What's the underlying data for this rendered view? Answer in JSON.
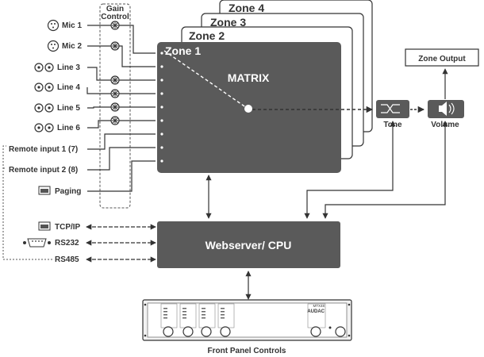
{
  "gain_control": {
    "line1": "Gain",
    "line2": "Control"
  },
  "inputs": {
    "mic1": "Mic 1",
    "mic2": "Mic 2",
    "line3": "Line 3",
    "line4": "Line 4",
    "line5": "Line 5",
    "line6": "Line 6",
    "remote1": "Remote input 1 (7)",
    "remote2": "Remote input 2 (8)",
    "paging": "Paging"
  },
  "zones": {
    "z1": "Zone 1",
    "z2": "Zone 2",
    "z3": "Zone 3",
    "z4": "Zone 4"
  },
  "matrix_label": "MATRIX",
  "tone_label": "Tone",
  "volume_label": "Volume",
  "zone_output_label": "Zone Output",
  "cpu_label": "Webserver/ CPU",
  "interfaces": {
    "tcpip": "TCP/IP",
    "rs232": "RS232",
    "rs485": "RS485"
  },
  "device": {
    "brand_line1": "MTX48",
    "brand_line2": "AUDAC"
  },
  "front_panel_label": "Front Panel Controls",
  "colors": {
    "block": "#5a5a5a",
    "line": "#333333",
    "border": "#333333"
  }
}
